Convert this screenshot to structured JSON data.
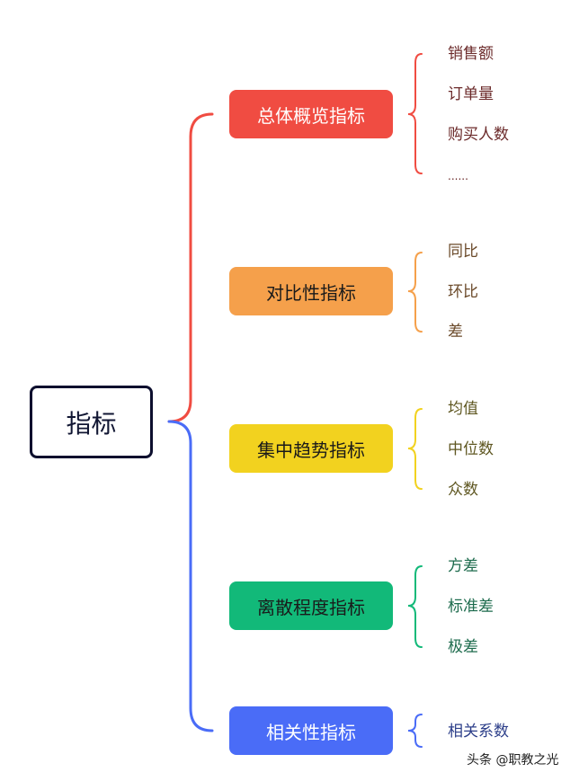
{
  "root": {
    "label": "指标"
  },
  "branches": [
    {
      "label": "总体概览指标",
      "color": "#f04c42",
      "text_color": "#ffffff",
      "leaf_color": "#6b2a2a",
      "items": [
        "销售额",
        "订单量",
        "购买人数",
        "......"
      ]
    },
    {
      "label": "对比性指标",
      "color": "#f5a04b",
      "text_color": "#1a1a1a",
      "leaf_color": "#6b4a2a",
      "items": [
        "同比",
        "环比",
        "差"
      ]
    },
    {
      "label": "集中趋势指标",
      "color": "#f2d21f",
      "text_color": "#1a1a1a",
      "leaf_color": "#5e5620",
      "items": [
        "均值",
        "中位数",
        "众数"
      ]
    },
    {
      "label": "离散程度指标",
      "color": "#12b979",
      "text_color": "#1a1a1a",
      "leaf_color": "#1d6b4d",
      "items": [
        "方差",
        "标准差",
        "极差"
      ]
    },
    {
      "label": "相关性指标",
      "color": "#4a6cf7",
      "text_color": "#ffffff",
      "leaf_color": "#2d3f8a",
      "items": [
        "相关系数"
      ]
    }
  ],
  "watermark": "头条 @职教之光"
}
